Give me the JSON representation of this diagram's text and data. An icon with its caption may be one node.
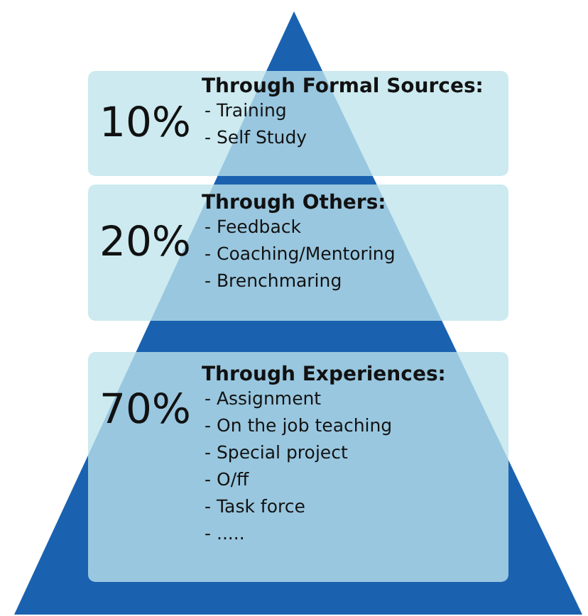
{
  "diagram": {
    "nodes": [
      {
        "text": [
          "10%",
          "Through Formal Sources:",
          "- Training",
          "- Self Study"
        ]
      },
      {
        "text": [
          "20%",
          "Through Others:",
          "- Feedback",
          "- Coaching/Mentoring",
          "- Brenchmaring"
        ]
      },
      {
        "text": [
          "70%",
          "Through Experiences:",
          "- Assignment",
          "- On the job teaching",
          "- Special project",
          "- O/ff",
          "- Task force",
          "- ....."
        ]
      }
    ]
  }
}
